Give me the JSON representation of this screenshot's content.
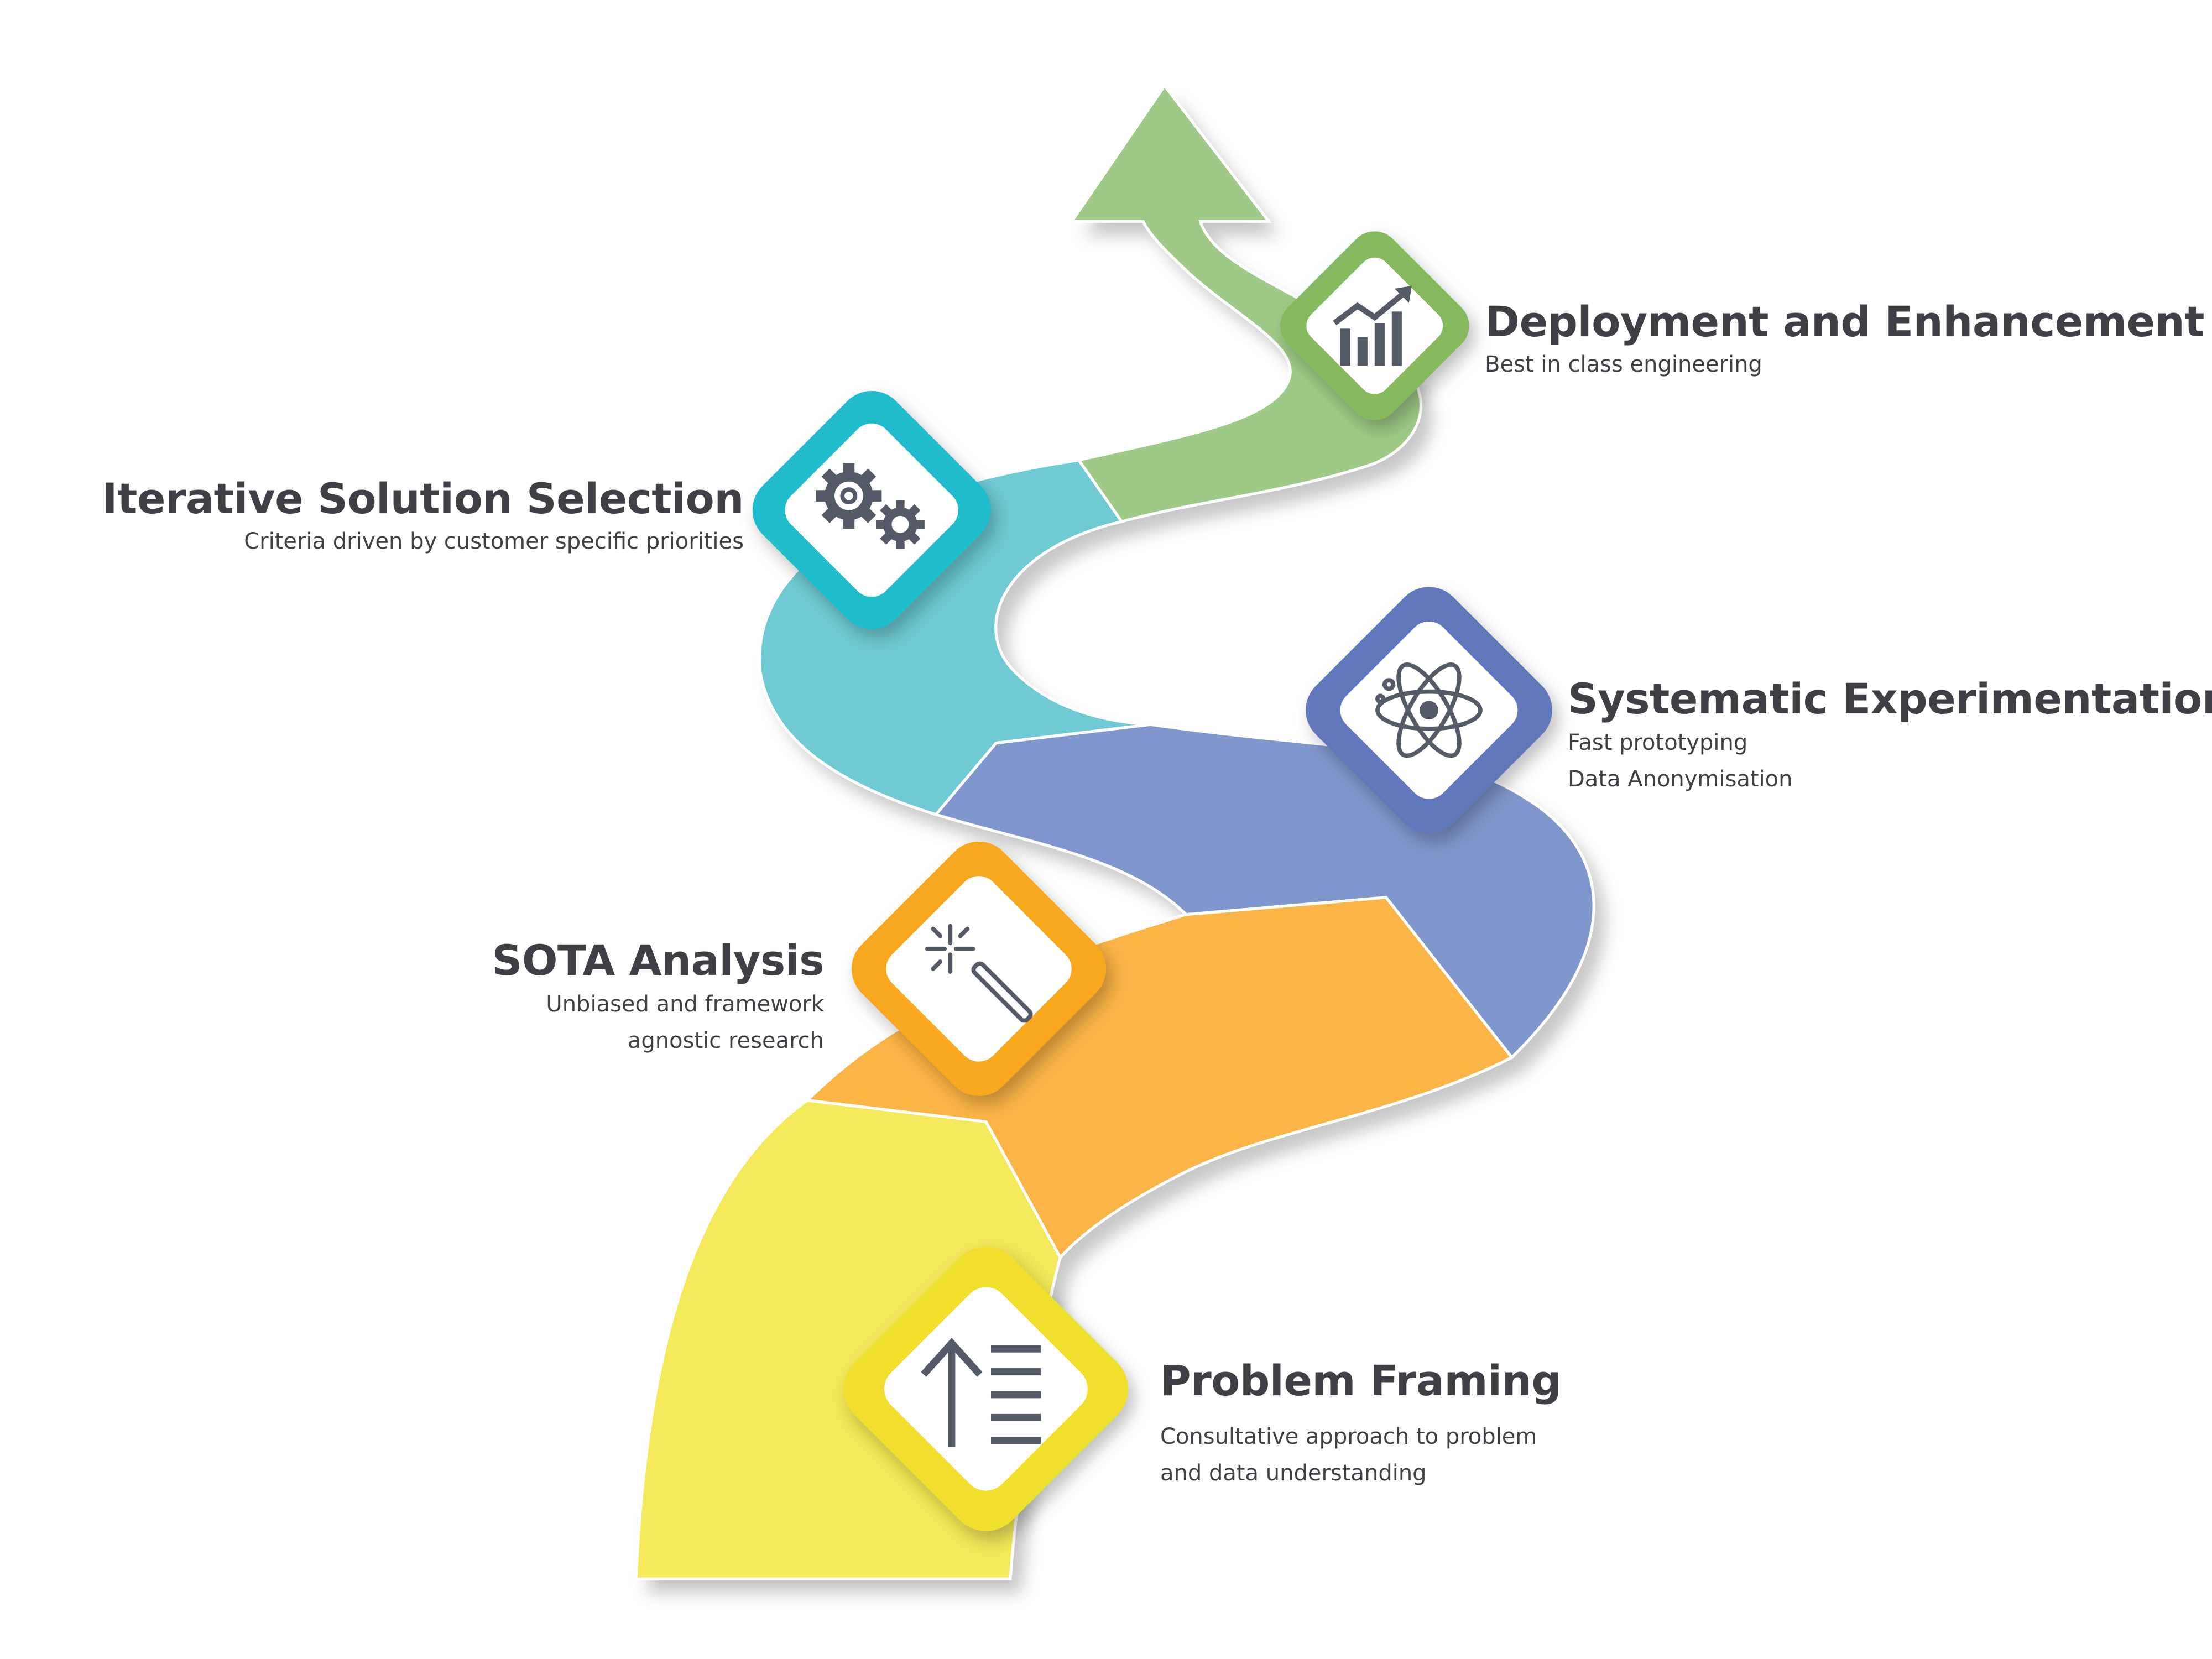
{
  "colors": {
    "problem": "#f3e95a",
    "sota": "#fbb446",
    "experiment": "#7f97cc",
    "iterative": "#6fcad3",
    "deployment": "#9ec986",
    "text": "#3f4045",
    "icon": "#555a68"
  },
  "steps": [
    {
      "title": "Problem Framing",
      "lines": [
        "Consultative approach to problem",
        "and data understanding"
      ],
      "icon": "list-increase-icon",
      "color": "#f3e95a"
    },
    {
      "title": "SOTA Analysis",
      "lines": [
        "Unbiased and framework",
        "agnostic research"
      ],
      "icon": "magic-wand-icon",
      "color": "#fbb446"
    },
    {
      "title": "Systematic Experimentation",
      "lines": [
        "Fast prototyping",
        "Data Anonymisation"
      ],
      "icon": "atom-icon",
      "color": "#7f97cc"
    },
    {
      "title": "Iterative Solution Selection",
      "lines": [
        "Criteria driven by customer specific priorities"
      ],
      "icon": "gears-icon",
      "color": "#6fcad3"
    },
    {
      "title": "Deployment and Enhancement",
      "lines": [
        "Best in class engineering"
      ],
      "icon": "growth-chart-icon",
      "color": "#9ec986"
    }
  ]
}
